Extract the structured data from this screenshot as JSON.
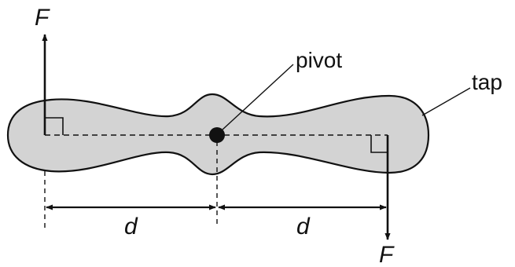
{
  "labels": {
    "force_top": "F",
    "force_bottom": "F",
    "pivot": "pivot",
    "tap": "tap",
    "distance_left": "d",
    "distance_right": "d"
  },
  "colors": {
    "tap_fill": "#d3d3d3",
    "stroke": "#111111"
  }
}
